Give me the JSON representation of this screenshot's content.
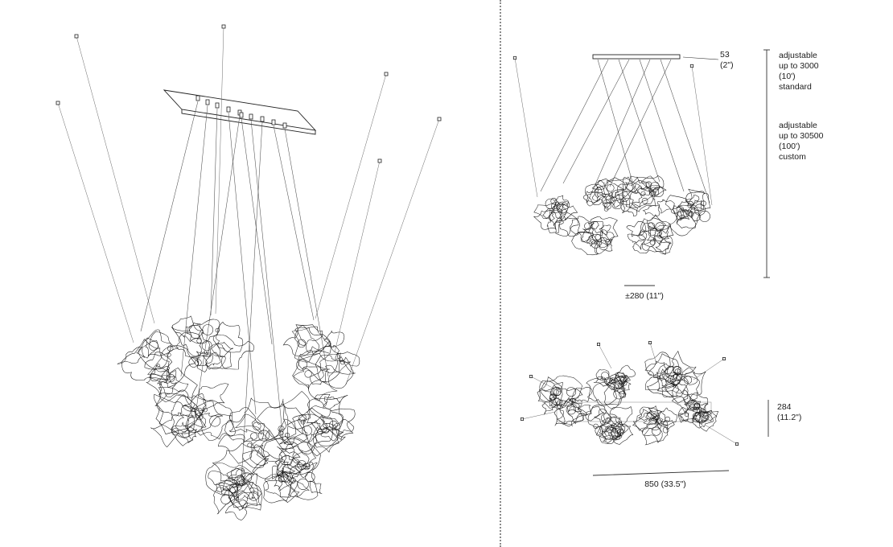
{
  "colors": {
    "ink": "#1a1a1a",
    "wire": "#4f4f4f",
    "dim": "#2b2b2b"
  },
  "front_elevation": {
    "canopy_height_line1": "53",
    "canopy_height_line2": "(2\")",
    "adjustable_standard_line1": "adjustable",
    "adjustable_standard_line2": "up to 3000",
    "adjustable_standard_line3": "(10')",
    "adjustable_standard_line4": "standard",
    "adjustable_custom_line1": "adjustable",
    "adjustable_custom_line2": "up to 30500",
    "adjustable_custom_line3": "(100')",
    "adjustable_custom_line4": "custom",
    "canopy_width": "±280 (11\")"
  },
  "plan_view": {
    "cluster_height_line1": "284",
    "cluster_height_line2": "(11.2\")",
    "cluster_width": "850 (33.5\")"
  }
}
